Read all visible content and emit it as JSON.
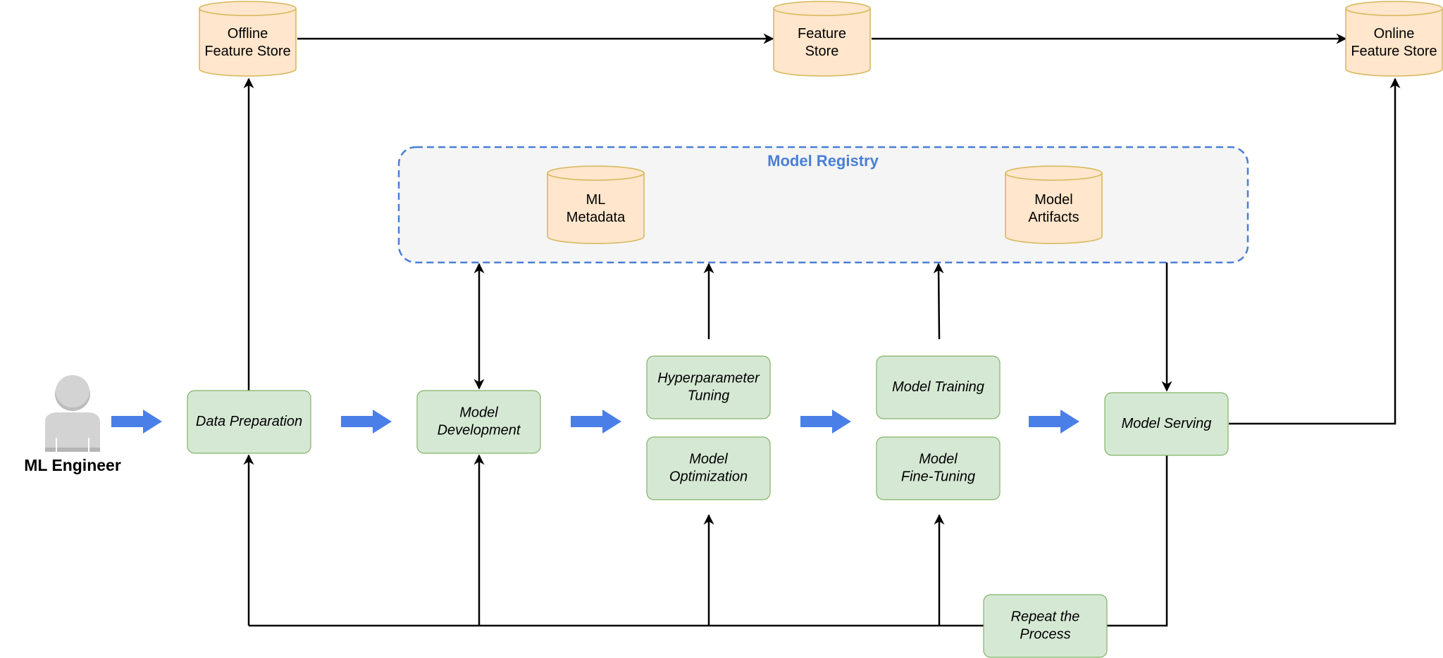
{
  "colors": {
    "cylinder_fill": "#ffe6cc",
    "cylinder_stroke": "#d6b656",
    "process_fill": "#d5e8d4",
    "process_stroke": "#82b366",
    "registry_fill": "#f5f5f5",
    "registry_stroke": "#4a7fd6",
    "registry_title": "#4a7fd6",
    "flow_arrow": "#4a7fe8",
    "connector": "#000000",
    "actor": "#c8c8c8"
  },
  "actor": {
    "label": "ML Engineer",
    "icon": "user-icon"
  },
  "registry": {
    "title": "Model Registry"
  },
  "stores": {
    "offline": [
      "Offline",
      "Feature Store"
    ],
    "feature": [
      "Feature",
      "Store"
    ],
    "online": [
      "Online",
      "Feature Store"
    ],
    "metadata": [
      "ML",
      "Metadata"
    ],
    "artifacts": [
      "Model",
      "Artifacts"
    ]
  },
  "processes": {
    "data_preparation": [
      "Data Preparation"
    ],
    "model_development": [
      "Model",
      "Development"
    ],
    "hyperparameter_tuning": [
      "Hyperparameter",
      "Tuning"
    ],
    "model_optimization": [
      "Model",
      "Optimization"
    ],
    "model_training": [
      "Model Training"
    ],
    "model_fine_tuning": [
      "Model",
      "Fine-Tuning"
    ],
    "model_serving": [
      "Model Serving"
    ],
    "repeat_process": [
      "Repeat the",
      "Process"
    ]
  }
}
